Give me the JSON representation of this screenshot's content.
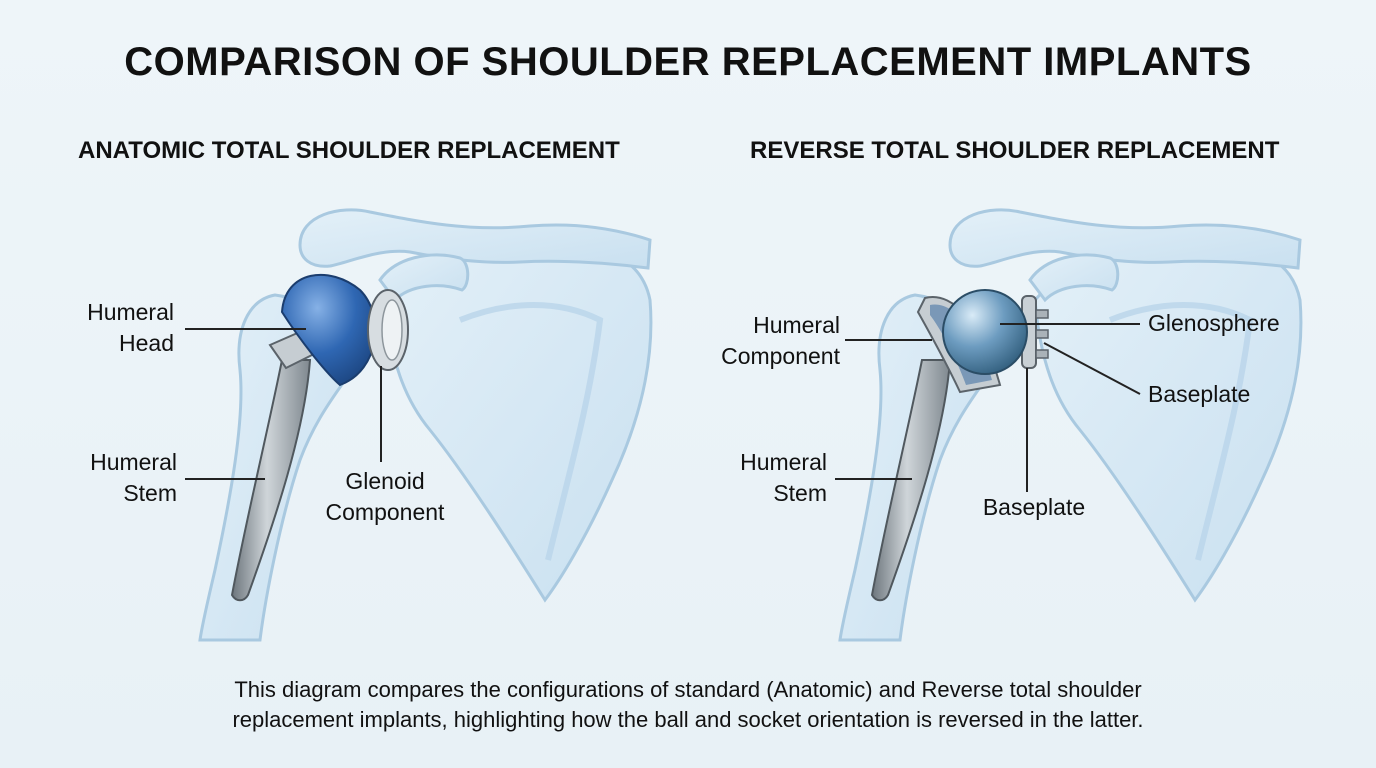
{
  "title": "COMPARISON OF SHOULDER REPLACEMENT IMPLANTS",
  "left": {
    "heading": "ANATOMIC TOTAL SHOULDER REPLACEMENT",
    "labels": {
      "humeral_head": [
        "Humeral",
        "Head"
      ],
      "humeral_stem": [
        "Humeral",
        "Stem"
      ],
      "glenoid_component": [
        "Glenoid",
        "Component"
      ]
    }
  },
  "right": {
    "heading": "REVERSE TOTAL SHOULDER REPLACEMENT",
    "labels": {
      "humeral_component": [
        "Humeral",
        "Component"
      ],
      "humeral_stem": [
        "Humeral",
        "Stem"
      ],
      "glenosphere": "Glenosphere",
      "baseplate_right": "Baseplate",
      "baseplate_bottom": "Baseplate"
    }
  },
  "caption": [
    "This diagram compares the configurations of standard (Anatomic) and Reverse total shoulder",
    "replacement implants, highlighting how the ball and socket orientation is reversed in the latter."
  ],
  "colors": {
    "bone": "#d6e8f4",
    "bone_outline": "#a9c9e0",
    "metal": "#9aa3aa",
    "humeral_head": "#2f67b3",
    "glenosphere": "#5d8fb5"
  }
}
